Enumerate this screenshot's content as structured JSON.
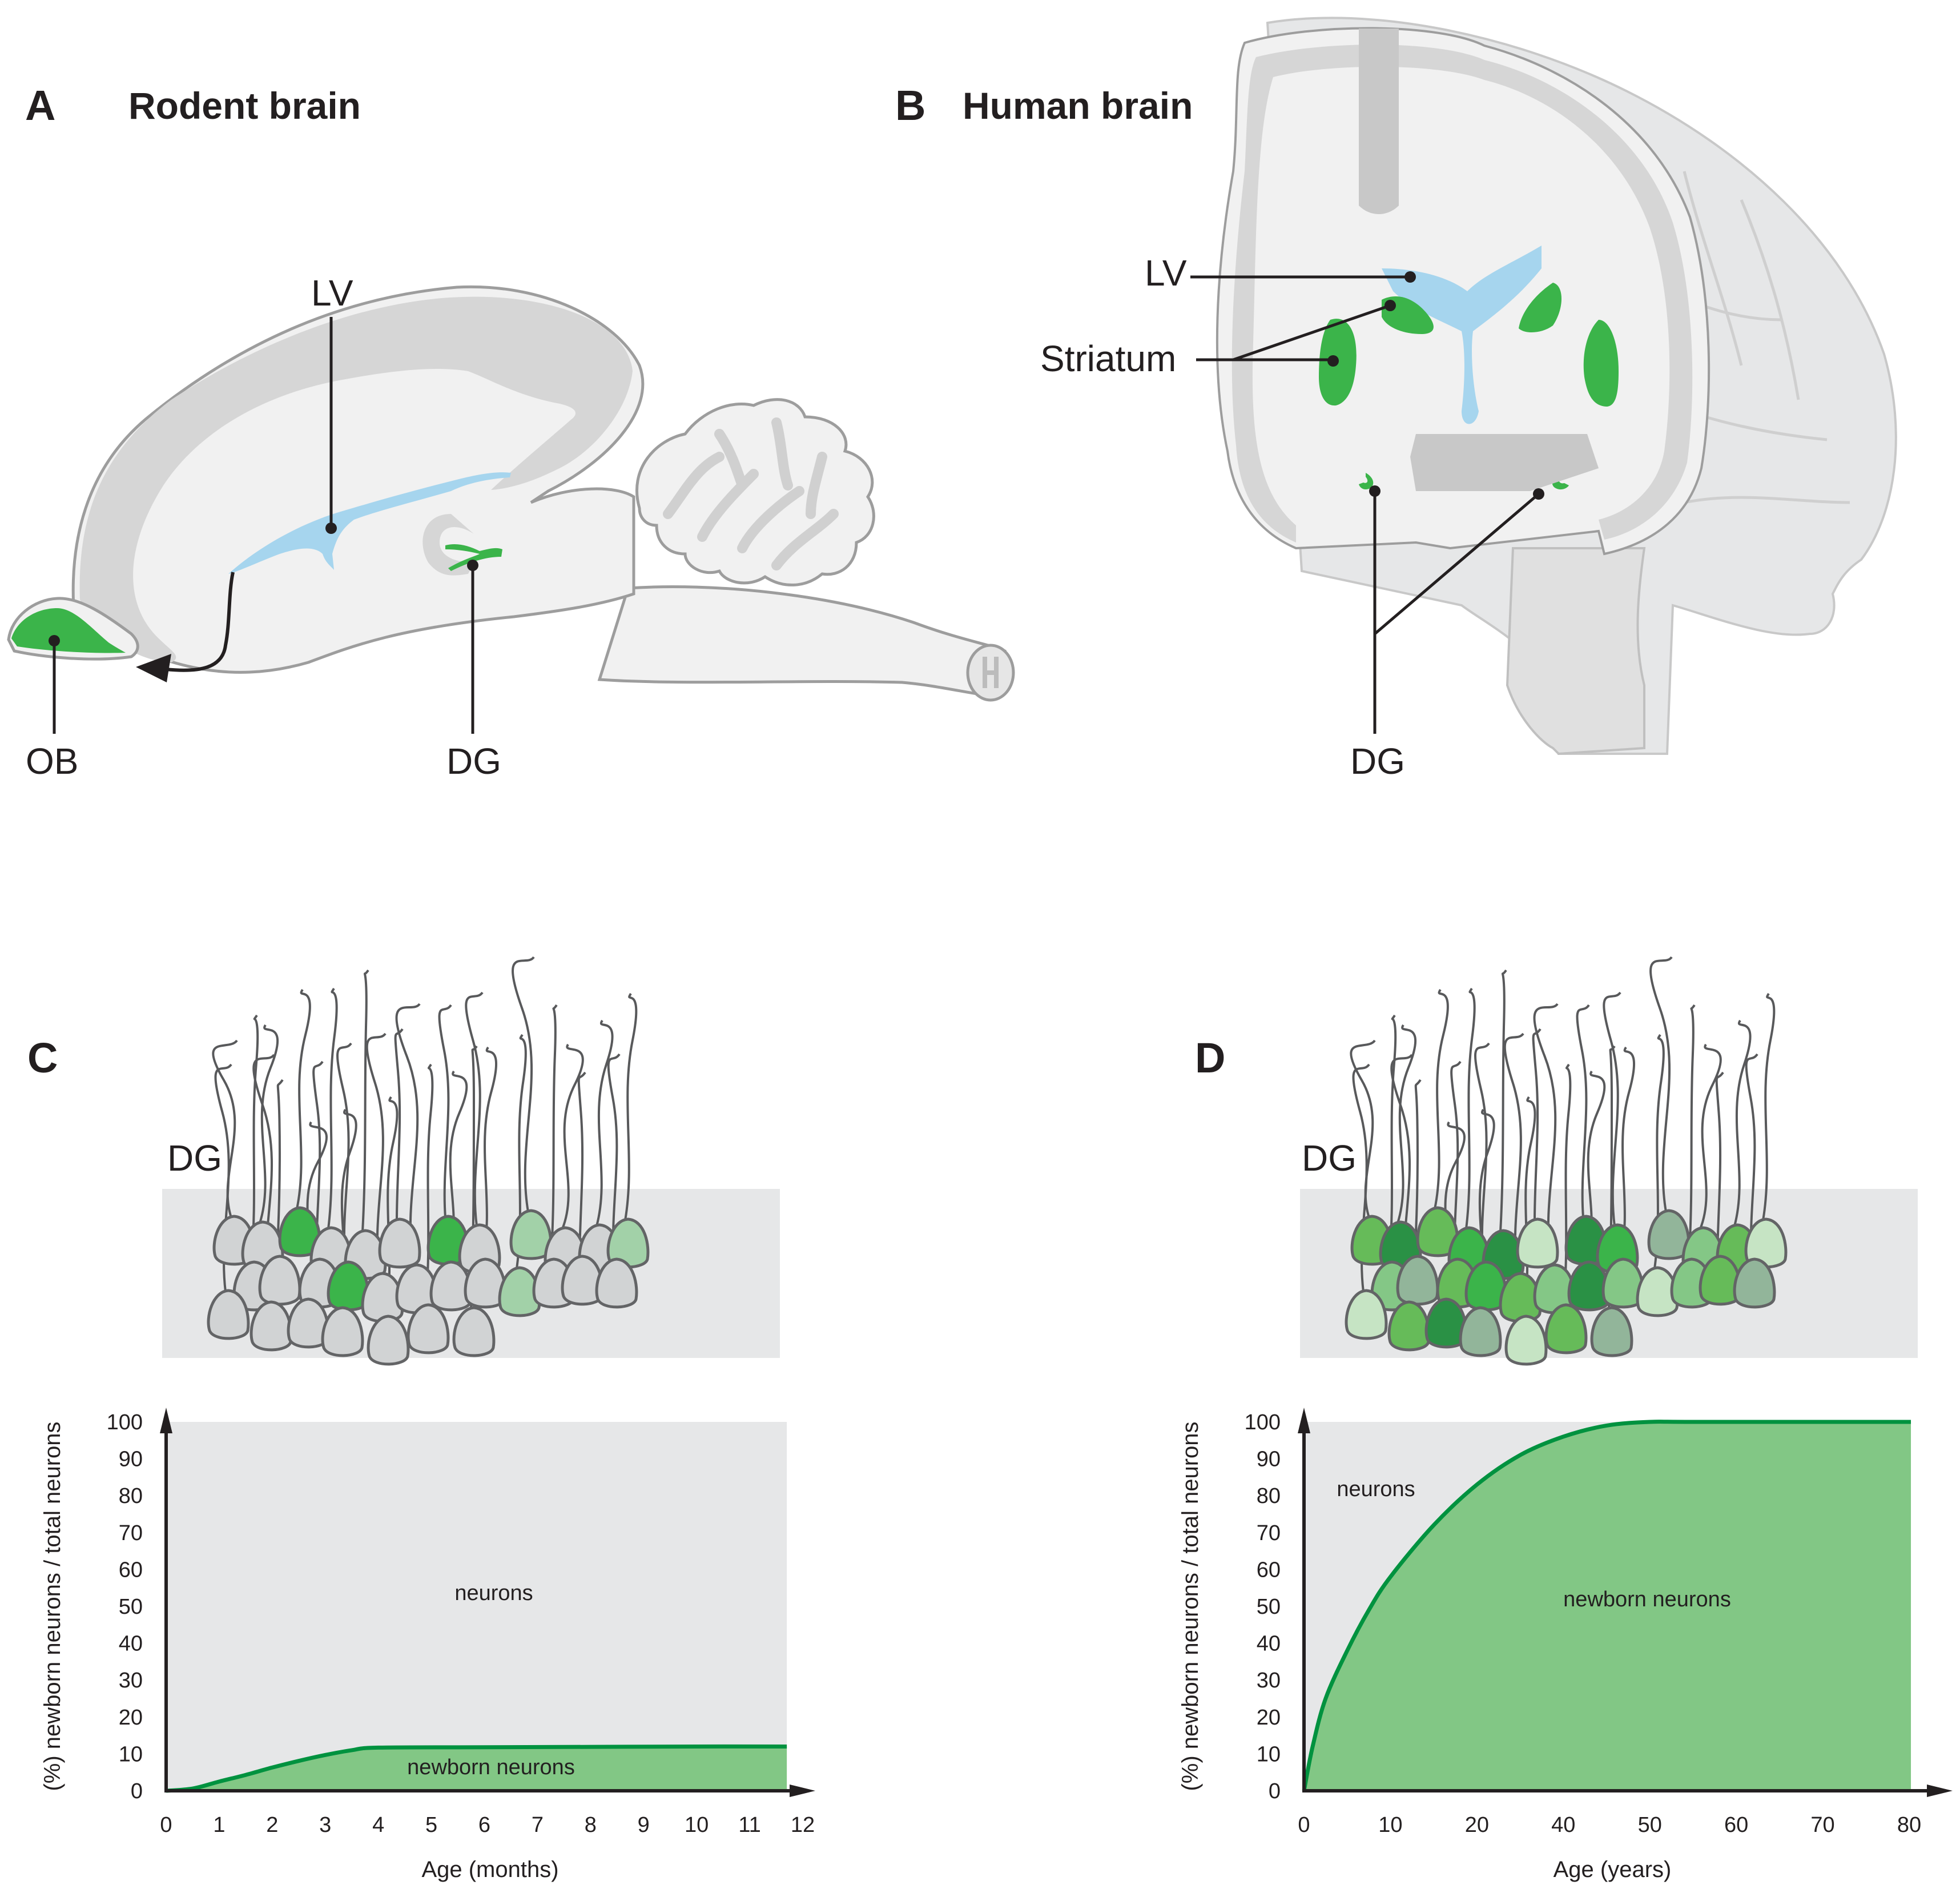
{
  "panels": {
    "A": {
      "letter": "A",
      "title": "Rodent brain",
      "labels": {
        "lv": "LV",
        "ob": "OB",
        "dg": "DG"
      }
    },
    "B": {
      "letter": "B",
      "title": "Human brain",
      "labels": {
        "lv": "LV",
        "striatum": "Striatum",
        "dg": "DG"
      }
    },
    "C": {
      "letter": "C",
      "dg_label": "DG",
      "cell_fills": [
        "grey",
        "grey",
        "green",
        "grey",
        "grey",
        "grey",
        "green",
        "grey",
        "light",
        "grey",
        "grey",
        "light",
        "grey",
        "grey",
        "grey",
        "green",
        "grey",
        "grey",
        "grey",
        "grey",
        "light",
        "grey",
        "grey",
        "grey",
        "grey",
        "grey",
        "grey",
        "grey",
        "grey",
        "grey",
        "grey"
      ]
    },
    "D": {
      "letter": "D",
      "dg_label": "DG",
      "cell_fills": [
        "mid",
        "dark",
        "mid",
        "green",
        "dark",
        "pale",
        "dark",
        "green",
        "sage",
        "lightg",
        "mid",
        "pale",
        "lightg",
        "sage",
        "mid",
        "green",
        "mid",
        "lightg",
        "dark",
        "lightg",
        "pale",
        "lightg",
        "mid",
        "sage",
        "pale",
        "mid",
        "dark",
        "sage",
        "pale",
        "mid",
        "sage"
      ]
    }
  },
  "colors": {
    "green_bright": "#3bb44a",
    "green_line": "#00923f",
    "green_area": "#82c785",
    "grey_area": "#e6e7e8",
    "ventricle_blue": "#a6d5ee",
    "cell_grey": "#d1d3d4",
    "cell_light_green": "#a2d1a8"
  },
  "chart_data": [
    {
      "type": "area",
      "panel": "C",
      "ylabel": "(%) newborn neurons / total neurons",
      "xlabel": "Age (months)",
      "x_ticks": [
        "0",
        "1",
        "2",
        "3",
        "4",
        "5",
        "6",
        "7",
        "8",
        "9",
        "10",
        "11",
        "12"
      ],
      "x_tick_values": [
        0,
        1,
        2,
        3,
        4,
        5,
        6,
        7,
        8,
        9,
        10,
        11,
        12
      ],
      "y_ticks": [
        "0",
        "10",
        "20",
        "30",
        "40",
        "50",
        "60",
        "70",
        "80",
        "90",
        "100"
      ],
      "xlim": [
        0,
        12
      ],
      "ylim": [
        0,
        100
      ],
      "x_data_end": 11.7,
      "series": [
        {
          "name": "newborn neurons",
          "x": [
            0,
            0.5,
            1,
            1.5,
            2,
            2.5,
            3,
            3.5,
            4,
            6,
            8,
            10,
            11.7
          ],
          "y": [
            0,
            0.6,
            2.5,
            4.3,
            6.3,
            8.1,
            9.7,
            11.0,
            11.7,
            11.8,
            11.9,
            12.0,
            12.0
          ]
        }
      ],
      "region_labels": {
        "upper": "neurons",
        "lower": "newborn neurons"
      }
    },
    {
      "type": "area",
      "panel": "D",
      "ylabel": "(%) newborn neurons / total neurons",
      "xlabel": "Age (years)",
      "x_ticks": [
        "0",
        "10",
        "20",
        "40",
        "50",
        "60",
        "70",
        "80"
      ],
      "x_tick_values": [
        0,
        10,
        20,
        30,
        40,
        50,
        60,
        70
      ],
      "y_ticks": [
        "0",
        "10",
        "20",
        "30",
        "40",
        "50",
        "60",
        "70",
        "80",
        "90",
        "100"
      ],
      "xlim": [
        0,
        70
      ],
      "ylim": [
        0,
        100
      ],
      "x_data_end": 70.2,
      "series": [
        {
          "name": "newborn neurons",
          "x": [
            0,
            1,
            2.5,
            5,
            7.5,
            10,
            15,
            20,
            25,
            30,
            35,
            40,
            45,
            70.2
          ],
          "y": [
            0,
            12,
            25,
            38,
            49,
            58,
            72,
            83,
            91,
            96,
            99,
            100,
            100,
            100
          ]
        }
      ],
      "region_labels": {
        "upper": "neurons",
        "lower": "newborn neurons"
      }
    }
  ]
}
